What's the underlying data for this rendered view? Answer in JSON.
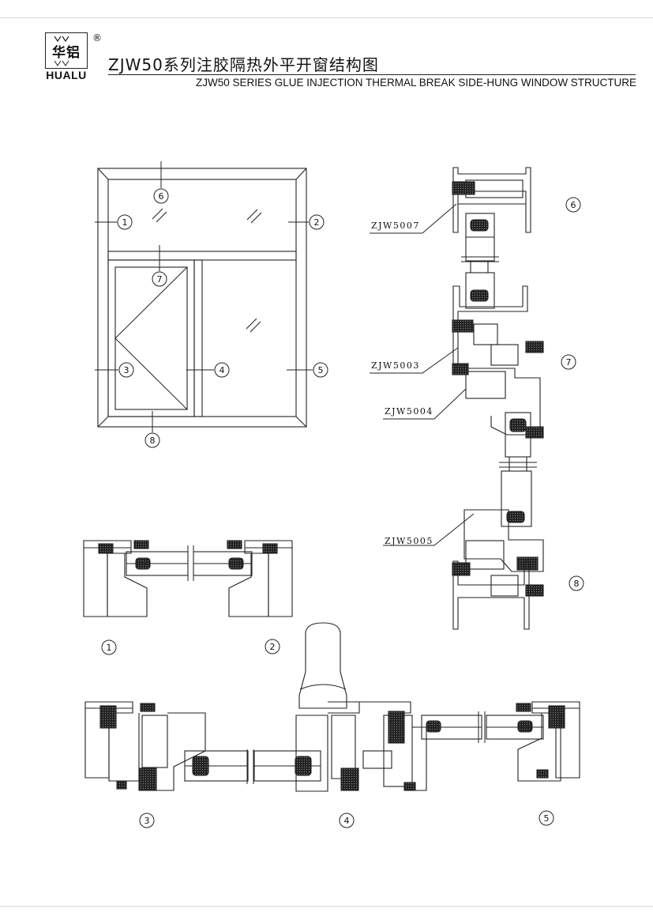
{
  "brand": {
    "chinese": "华铝",
    "english": "HUALU",
    "registered": "®"
  },
  "title": {
    "chinese": "ZJW50系列注胶隔热外平开窗结构图",
    "english": "ZJW50 SERIES GLUE INJECTION THERMAL BREAK SIDE-HUNG WINDOW STRUCTURE"
  },
  "elevation_callouts": [
    "1",
    "2",
    "3",
    "4",
    "5",
    "6",
    "7",
    "8"
  ],
  "profile_labels": [
    "ZJW5007",
    "ZJW5003",
    "ZJW5004",
    "ZJW5005"
  ],
  "vertical_section_callouts": [
    "6",
    "7",
    "8"
  ],
  "section_callouts": [
    "1",
    "2",
    "3",
    "4",
    "5"
  ]
}
